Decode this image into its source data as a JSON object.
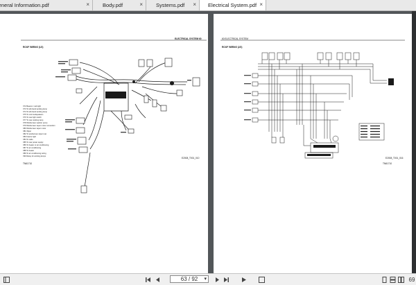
{
  "tabs": [
    {
      "label": "General Information.pdf",
      "close": "×"
    },
    {
      "label": "Body.pdf",
      "close": "×"
    },
    {
      "label": "Systems.pdf",
      "close": "×"
    },
    {
      "label": "Electrical System.pdf",
      "close": "×"
    }
  ],
  "page_left": {
    "header_right": "ELECTRICAL SYSTEM",
    "header_num": "60",
    "section_title": "ROOF WIRING (1/2)",
    "legend": [
      "X72  Beacon / cab light",
      "X73  To left-hand working lamp",
      "X74  To left-hand working lamp",
      "X75  To roof loudspeakers",
      "X76  To rear light switch",
      "X77  To rear working lamp",
      "X78  Windscreen washer pump",
      "X79  Windscreen wiper motor connection",
      "X80  Windscreen wiper motor",
      "X81  Wiper",
      "X82  To windscreen wiper rear",
      "X83  Interior light",
      "X84  To radio",
      "X85  To rear power supply",
      "X86  To heater or air conditioning",
      "X87  To air conditioning",
      "X88  To heater",
      "X89  To air conditioning wiring",
      "X90  Relay for working lamps"
    ],
    "footer_code": "E2008_T001_010",
    "footer_id": "TN61710"
  },
  "page_right": {
    "header_left": "60  ELECTRICAL SYSTEM",
    "section_title": "ROOF WIRING (2/2)",
    "footer_code": "E2008_T001_016",
    "footer_id": "TN61710"
  },
  "status": {
    "current_page": "63",
    "total_pages": "92",
    "page_display": "63 / 92",
    "zoom": "69"
  },
  "colors": {
    "viewer_bg": "#525659",
    "tabbar_bg": "#e9e9e9",
    "page_bg": "#ffffff",
    "ink": "#1a1a1a"
  }
}
